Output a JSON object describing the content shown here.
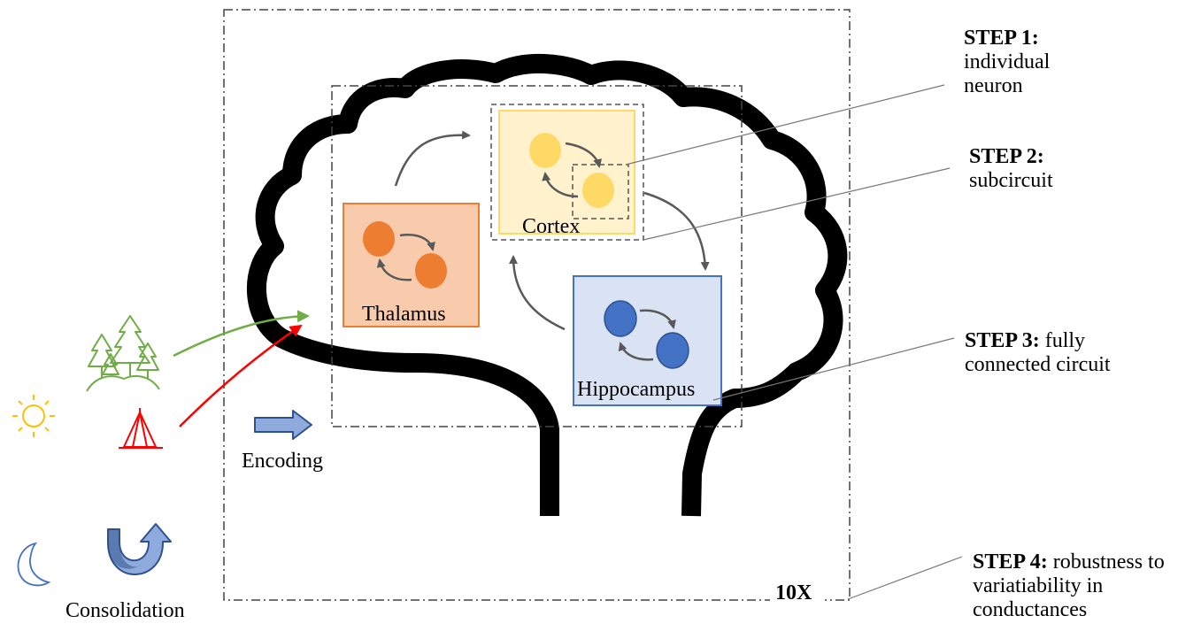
{
  "regions": {
    "thalamus": "Thalamus",
    "cortex": "Cortex",
    "hippocampus": "Hippocampus"
  },
  "labels": {
    "encoding": "Encoding",
    "consolidation": "Consolidation",
    "scale": "10X"
  },
  "steps": [
    {
      "head": "STEP 1:",
      "text": "individual neuron"
    },
    {
      "head": "STEP 2:",
      "text": "subcircuit"
    },
    {
      "head": "STEP 3:",
      "text": "fully connected circuit"
    },
    {
      "head": "STEP 4:",
      "text": "robustness to variatiability in conductances"
    }
  ],
  "icons": {
    "stimulus_sun": "sun-icon",
    "stimulus_forest": "trees-icon",
    "stimulus_tent": "tent-icon",
    "sleep_moon": "moon-icon",
    "consolidation_arrow": "u-turn-arrow-icon",
    "encoding_arrow": "right-arrow-icon"
  },
  "colors": {
    "thalamus_fill": "#F8CBAD",
    "thalamus_border": "#ED7D31",
    "thalamus_neuron": "#ED7D31",
    "cortex_fill": "#FFF2CC",
    "cortex_border": "#FFD966",
    "cortex_neuron": "#FFD966",
    "hippocampus_fill": "#DAE3F3",
    "hippocampus_border": "#4472C4",
    "hippocampus_neuron": "#4472C4",
    "forest": "#70AD47",
    "tent": "#FF0000",
    "sun": "#FFC000",
    "moon": "#4472C4",
    "arrow_gray": "#595959"
  }
}
